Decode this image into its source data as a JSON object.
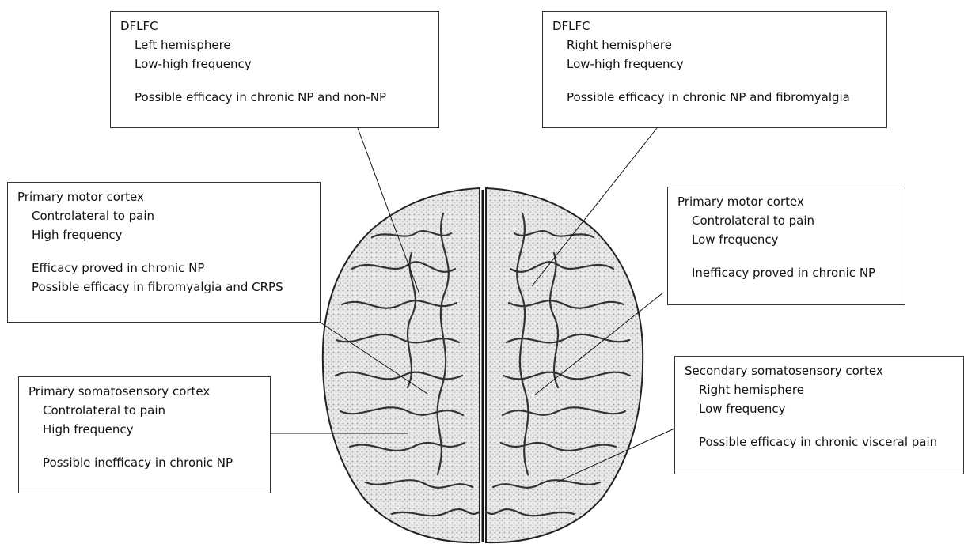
{
  "diagram": {
    "annotations": [
      {
        "id": "dflfc-left",
        "title": "DFLFC",
        "lines": [
          "Left hemisphere",
          "Low-high frequency"
        ],
        "findings": [
          "Possible efficacy in chronic NP and non-NP"
        ]
      },
      {
        "id": "dflfc-right",
        "title": "DFLFC",
        "lines": [
          "Right hemisphere",
          "Low-high frequency"
        ],
        "findings": [
          "Possible efficacy in chronic NP and fibromyalgia"
        ]
      },
      {
        "id": "m1-left",
        "title": "Primary motor cortex",
        "lines": [
          "Controlateral to pain",
          "High frequency"
        ],
        "findings": [
          "Efficacy proved in chronic NP",
          "Possible efficacy in fibromyalgia and CRPS"
        ]
      },
      {
        "id": "m1-right",
        "title": "Primary motor cortex",
        "lines": [
          "Controlateral to pain",
          "Low frequency"
        ],
        "findings": [
          "Inefficacy proved in chronic NP"
        ]
      },
      {
        "id": "s1-left",
        "title": "Primary somatosensory cortex",
        "lines": [
          "Controlateral to pain",
          "High frequency"
        ],
        "findings": [
          "Possible inefficacy in chronic NP"
        ]
      },
      {
        "id": "s2-right",
        "title": "Secondary somatosensory cortex",
        "lines": [
          "Right hemisphere",
          "Low frequency"
        ],
        "findings": [
          "Possible efficacy in chronic visceral pain"
        ]
      }
    ]
  }
}
